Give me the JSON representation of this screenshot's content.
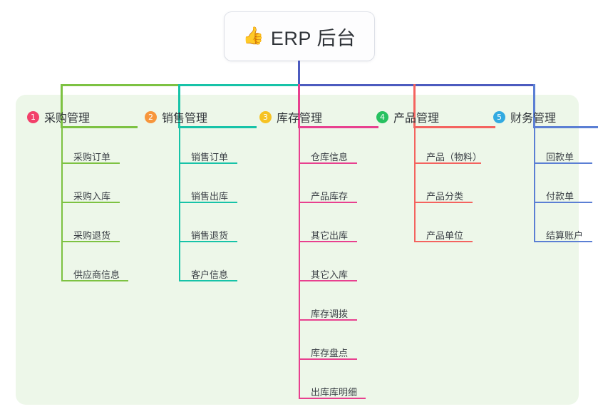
{
  "root": {
    "emoji": "👍",
    "icon_name": "thumbs-up-icon",
    "title": "ERP 后台"
  },
  "palette": {
    "panel_bg": "#edf7e9",
    "page_bg": "#ffffff",
    "root_line": "#4c5bbf",
    "green": "#7dc242",
    "teal": "#17c3a8",
    "pink": "#e8408f",
    "red": "#f4635f",
    "blue": "#5b7fd4",
    "badge_1": "#f2406a",
    "badge_2": "#f7963c",
    "badge_3": "#f6c324",
    "badge_4": "#27c160",
    "badge_5": "#32aae1",
    "text": "#2f3338"
  },
  "columns": [
    {
      "index": "1",
      "title": "采购管理",
      "badge_color": "#f2406a",
      "line_color": "#7dc242",
      "items": [
        "采购订单",
        "采购入库",
        "采购退货",
        "供应商信息"
      ]
    },
    {
      "index": "2",
      "title": "销售管理",
      "badge_color": "#f7963c",
      "line_color": "#17c3a8",
      "items": [
        "销售订单",
        "销售出库",
        "销售退货",
        "客户信息"
      ]
    },
    {
      "index": "3",
      "title": "库存管理",
      "badge_color": "#f6c324",
      "line_color": "#e8408f",
      "items": [
        "仓库信息",
        "产品库存",
        "其它出库",
        "其它入库",
        "库存调拨",
        "库存盘点",
        "出库库明细"
      ]
    },
    {
      "index": "4",
      "title": "产品管理",
      "badge_color": "#27c160",
      "line_color": "#f4635f",
      "items": [
        "产品（物料）",
        "产品分类",
        "产品单位"
      ]
    },
    {
      "index": "5",
      "title": "财务管理",
      "badge_color": "#32aae1",
      "line_color": "#5b7fd4",
      "items": [
        "回款单",
        "付款单",
        "结算账户"
      ]
    }
  ]
}
